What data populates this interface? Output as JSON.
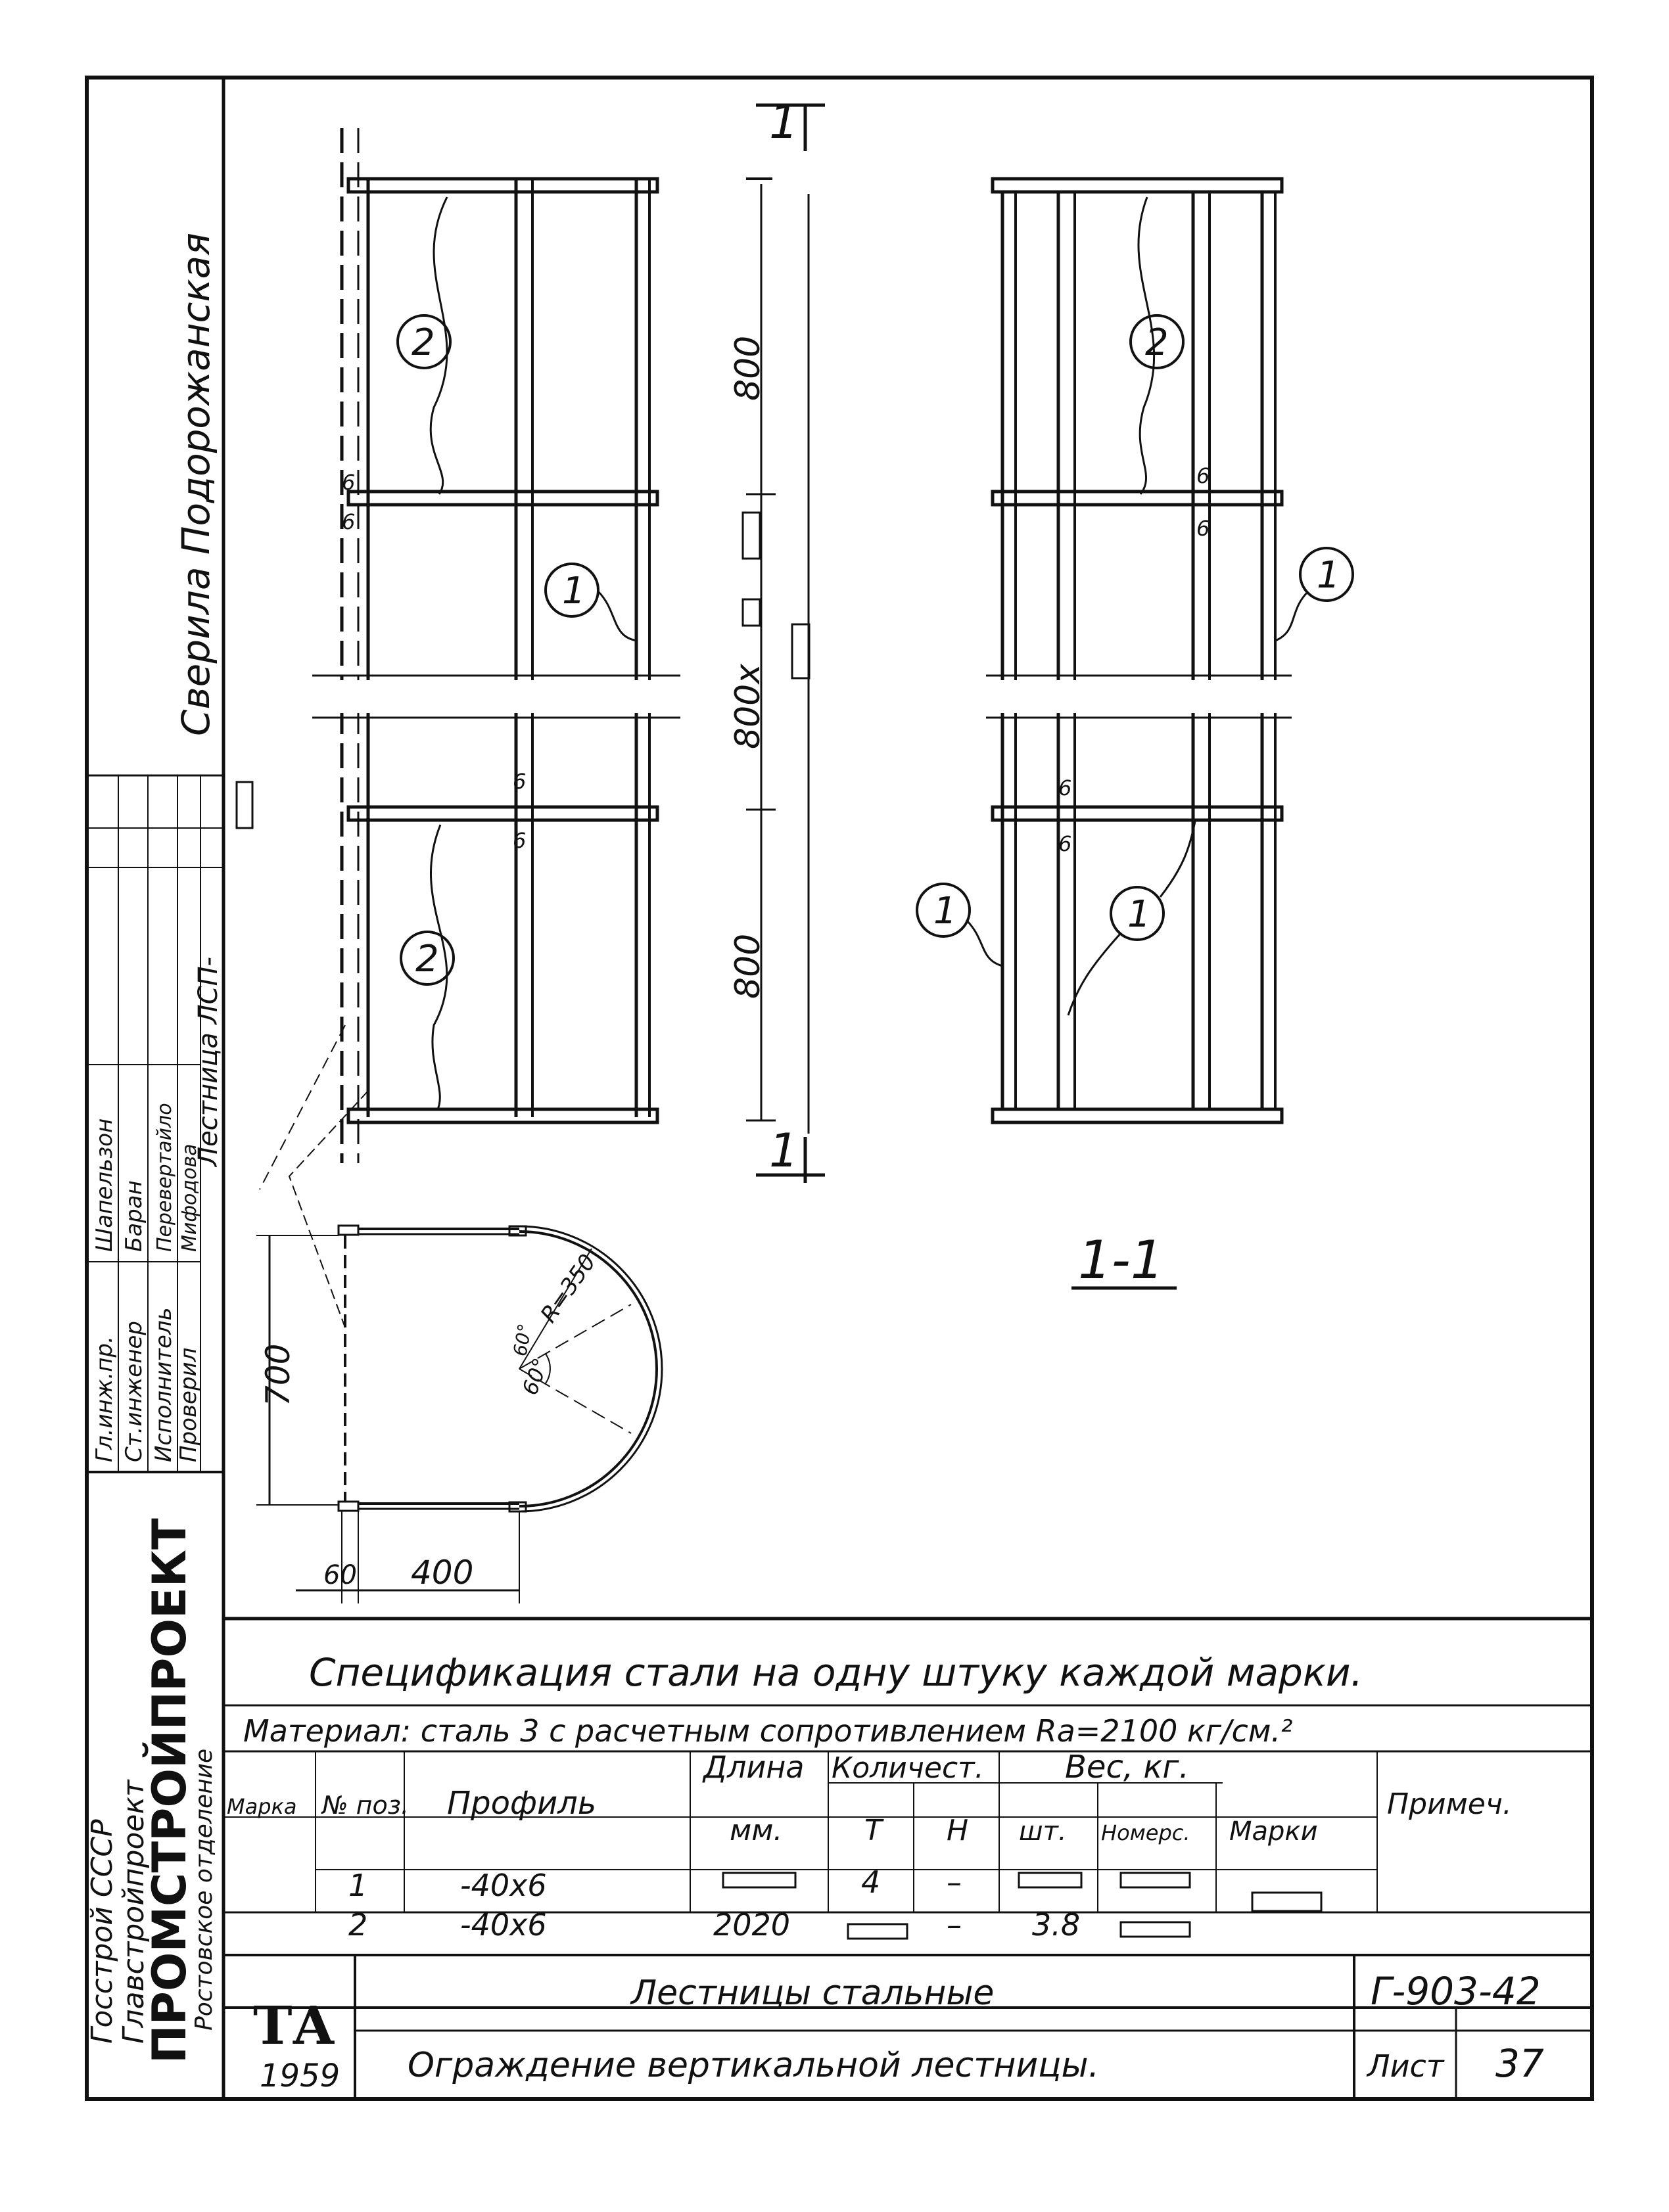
{
  "side_stamp": {
    "org_line1": "Госстрой СССР",
    "org_line2": "Главстройпроект",
    "org_name": "ПРОМСТРОЙПРОЕКТ",
    "org_branch": "Ростовское отделение",
    "roles": [
      "Гл.инж.пр.",
      "Ст.инженер",
      "Исполнитель",
      "Проверил"
    ],
    "names": [
      "Шапельзон",
      "Баран",
      "Перевертайло",
      "Мифодова"
    ],
    "drawing_mark": "Лестница ЛСП-",
    "checked_by": "Сверила Подорожанская"
  },
  "dimensions": {
    "span_top": "800",
    "span_middle": "800х",
    "span_bottom": "800",
    "plan_width": "700",
    "plan_offset": "60",
    "plan_depth": "400",
    "radius": "R=350",
    "angle_1": "60°",
    "angle_2": "60°"
  },
  "callouts": {
    "pos1": "1",
    "pos2": "2",
    "weld": "6",
    "section_mark": "1",
    "section_label": "1-1"
  },
  "spec": {
    "title": "Спецификация стали на одну штуку каждой марки.",
    "material": "Материал: сталь 3 с расчетным сопротивлением Rа=2100 кг/см.²",
    "headers": {
      "mark": "Марка",
      "pos": "№ поз.",
      "profile": "Профиль",
      "length": "Длина",
      "length_unit": "мм.",
      "qty": "Количест.",
      "qty_t": "Т",
      "qty_n": "Н",
      "weight": "Вес, кг.",
      "w_piece": "шт.",
      "w_total": "Номерс.",
      "w_mark": "Марки",
      "note": "Примеч."
    },
    "rows": [
      {
        "pos": "1",
        "profile": "-40х6",
        "length": "",
        "qty_t": "4",
        "qty_n": "–",
        "w_piece": ""
      },
      {
        "pos": "2",
        "profile": "-40х6",
        "length": "2020",
        "qty_t": "",
        "qty_n": "–",
        "w_piece": "3.8"
      }
    ]
  },
  "title_block": {
    "logo": "ТА",
    "year": "1959",
    "series_title": "Лестницы стальные",
    "sheet_title": "Ограждение вертикальной лестницы.",
    "doc_number": "Г-903-42",
    "sheet_label": "Лист",
    "sheet_number": "37"
  }
}
